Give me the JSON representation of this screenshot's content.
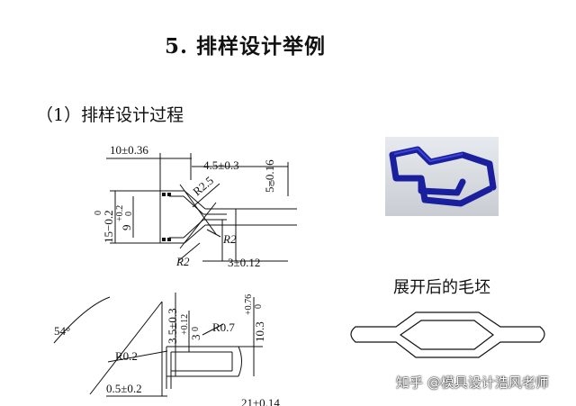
{
  "heading": "5.  排样设计举例",
  "subheading": "（1）排样设计过程",
  "caption_blank": "展开后的毛坯",
  "watermark": "知乎 @模具设计浩风老师",
  "top_drawing": {
    "dims": {
      "d1": "10±0.36",
      "d2": "4.5±0.3",
      "d3": "0",
      "d3b": "5−0.16",
      "r1": "R2.5",
      "l1": "0",
      "l1b": "15−0.2",
      "l2": "9",
      "l2tol": "+0.2",
      "l2tol0": "0",
      "r2": "R2",
      "r3": "R2",
      "d4": "3±0.12"
    }
  },
  "bottom_drawing": {
    "dims": {
      "angle": "54°",
      "h1": "3.5±0.3",
      "h2": "3",
      "h2tol": "+0.12",
      "h2tol0": "0",
      "r1": "R0.7",
      "h3": "10.3",
      "h3tol": "+0.76",
      "h3tol0": "0",
      "r2": "R0.2",
      "w1": "0.5±0.2",
      "w2": "21±0.14"
    }
  },
  "colors": {
    "render_part": "#1a1f9e",
    "background": "#ffffff"
  }
}
